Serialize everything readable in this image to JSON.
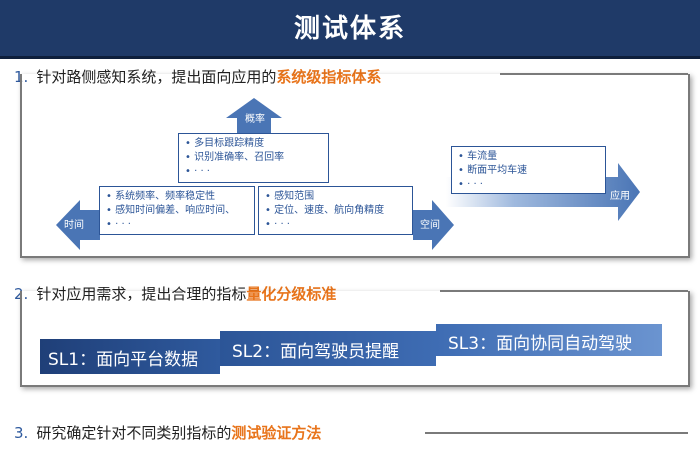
{
  "header": {
    "title": "测试体系"
  },
  "sections": [
    {
      "num": "1.",
      "text": "针对路侧感知系统，提出面向应用的",
      "highlight": "系统级指标体系"
    },
    {
      "num": "2.",
      "text": "针对应用需求，提出合理的指标",
      "highlight": "量化分级标准"
    },
    {
      "num": "3.",
      "text": "研究确定针对不同类别指标的",
      "highlight": "测试验证方法"
    }
  ],
  "diagram": {
    "arrow_up_label": "概率",
    "arrow_left_label": "时间",
    "arrow_right_label": "空间",
    "arrow_app_label": "应用",
    "box_top": [
      "多目标跟踪精度",
      "识别准确率、召回率",
      "· · ·"
    ],
    "box_left": [
      "系统频率、频率稳定性",
      "感知时间偏差、响应时间、",
      "· · ·"
    ],
    "box_right": [
      "感知范围",
      "定位、速度、航向角精度",
      "· · ·"
    ],
    "box_app": [
      "车流量",
      "断面平均车速",
      "· · ·"
    ],
    "bullet": "•"
  },
  "levels": [
    {
      "label": "SL1：面向平台数据"
    },
    {
      "label": "SL2：面向驾驶员提醒"
    },
    {
      "label": "SL3：面向协同自动驾驶"
    }
  ],
  "colors": {
    "header": "#1f3a68",
    "accent": "#e8741b",
    "arrow": "#4a75b5",
    "box_border": "#2c5597"
  }
}
